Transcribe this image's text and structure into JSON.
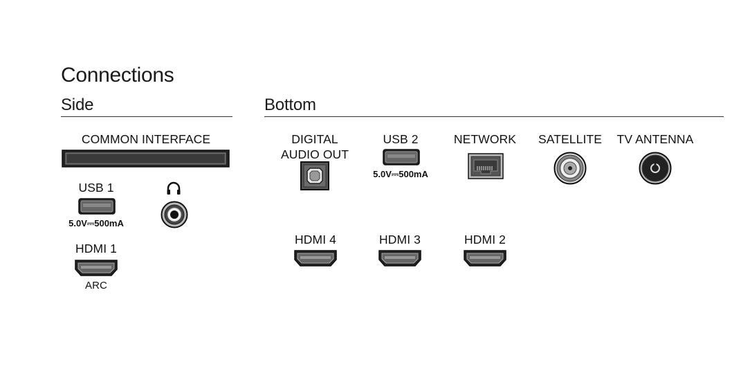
{
  "title": "Connections",
  "sections": {
    "side": "Side",
    "bottom": "Bottom"
  },
  "side": {
    "common_interface": "COMMON INTERFACE",
    "usb1": {
      "label": "USB 1",
      "rating": "5.0V⎓500mA"
    },
    "headphone_icon": "headphones-icon",
    "hdmi1": {
      "label": "HDMI 1",
      "sub": "ARC"
    }
  },
  "bottom": {
    "digital_audio_out": {
      "line1": "DIGITAL",
      "line2": "AUDIO OUT"
    },
    "usb2": {
      "label": "USB 2",
      "rating": "5.0V⎓500mA"
    },
    "network": "NETWORK",
    "satellite": "SATELLITE",
    "tv_antenna": "TV ANTENNA",
    "hdmi4": "HDMI 4",
    "hdmi3": "HDMI 3",
    "hdmi2": "HDMI 2"
  },
  "colors": {
    "port_fill": "#555555",
    "port_stroke": "#222222",
    "text": "#111111"
  }
}
